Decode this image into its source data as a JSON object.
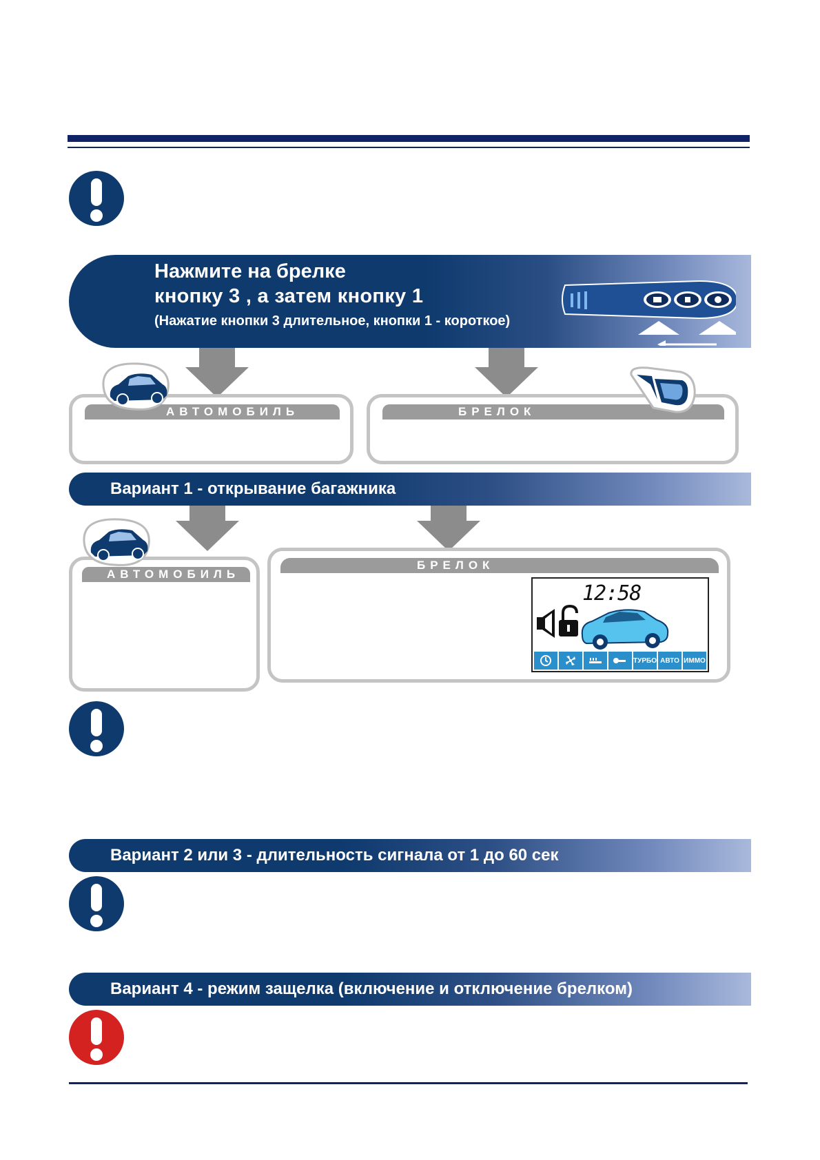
{
  "hero": {
    "line1": "Нажмите на брелке",
    "line2": "кнопку 3 , а затем кнопку 1",
    "line3": "(Нажатие кнопки 3 длительное, кнопки 1 - короткое)"
  },
  "top_boxes": {
    "car_label": "АВТОМОБИЛЬ",
    "fob_label": "БРЕЛОК"
  },
  "variant1": {
    "title": "Вариант 1 - открывание багажника",
    "car_label": "АВТОМОБИЛЬ",
    "fob_label": "БРЕЛОК"
  },
  "lcd": {
    "time": "12:58",
    "strip": [
      "clock-icon",
      "fan-icon",
      "level-icon",
      "wrench-icon",
      "ТУРБО",
      "АВТО",
      "ИММО"
    ]
  },
  "variant23": {
    "title": "Вариант 2 или 3  - длительность сигнала от 1 до 60 сек"
  },
  "variant4": {
    "title": "Вариант 4 - режим защелка (включение и отключение брелком)"
  },
  "colors": {
    "navy": "#0e3a6e",
    "rule": "#0f2366",
    "warning_red": "#d32220",
    "box_border": "#c4c4c4",
    "arrow": "#8c8c8c",
    "lcd_blue": "#2b8fcc"
  }
}
